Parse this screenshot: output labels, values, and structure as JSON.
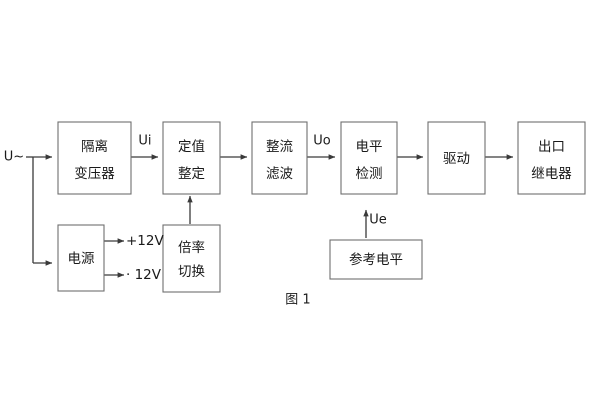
{
  "figure": {
    "caption": "图 1",
    "background_color": "#ffffff",
    "box_stroke_color": "#6f6f6f",
    "wire_color": "#3a3a3a",
    "text_color": "#1a1a1a"
  },
  "blocks": [
    {
      "id": "isolation-transformer",
      "line1": "隔离",
      "line2": "变压器"
    },
    {
      "id": "setting-value",
      "line1": "定值",
      "line2": "整定"
    },
    {
      "id": "rectify-filter",
      "line1": "整流",
      "line2": "滤波"
    },
    {
      "id": "level-detect",
      "line1": "电平",
      "line2": "检测"
    },
    {
      "id": "drive",
      "line1": "驱动",
      "line2": ""
    },
    {
      "id": "output-relay",
      "line1": "出口",
      "line2": "继电器"
    },
    {
      "id": "power-supply",
      "line1": "电源",
      "line2": ""
    },
    {
      "id": "multiplier-switch",
      "line1": "倍率",
      "line2": "切换"
    },
    {
      "id": "reference-level",
      "line1": "参考电平",
      "line2": ""
    }
  ],
  "signals": {
    "input": "U~",
    "ui": "Ui",
    "uo": "Uo",
    "ue": "Ue",
    "rail_positive": "+12V",
    "rail_negative": "· 12V"
  }
}
